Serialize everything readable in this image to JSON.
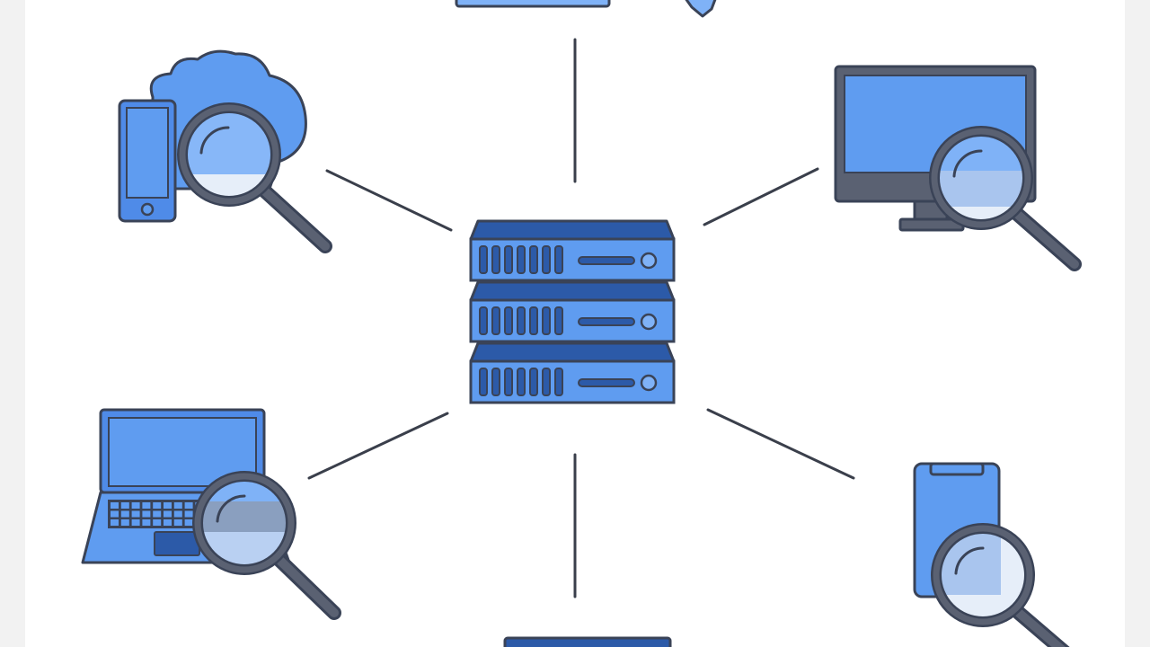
{
  "diagram": {
    "hub": {
      "name": "server-rack",
      "units": 3
    },
    "nodes": [
      {
        "id": "cloud-phone",
        "device": "smartphone-with-cloud",
        "has_magnifier": true
      },
      {
        "id": "desktop",
        "device": "desktop-monitor",
        "has_magnifier": true
      },
      {
        "id": "laptop",
        "device": "laptop",
        "has_magnifier": true
      },
      {
        "id": "tablet",
        "device": "tablet",
        "has_magnifier": true
      },
      {
        "id": "top-device",
        "device": "partially-visible-device",
        "has_magnifier": false
      },
      {
        "id": "bottom-device",
        "device": "partially-visible-device",
        "has_magnifier": false
      }
    ],
    "colors": {
      "outline": "#3a4357",
      "fill_blue": "#5f9cf0",
      "fill_blue_light": "#7fb2f7",
      "fill_dark": "#2c5aa8",
      "lens": "#dfe9f7",
      "handle": "#5a6172",
      "connector": "#3a3f4b",
      "background": "#ffffff",
      "margin": "#f2f2f2"
    }
  }
}
